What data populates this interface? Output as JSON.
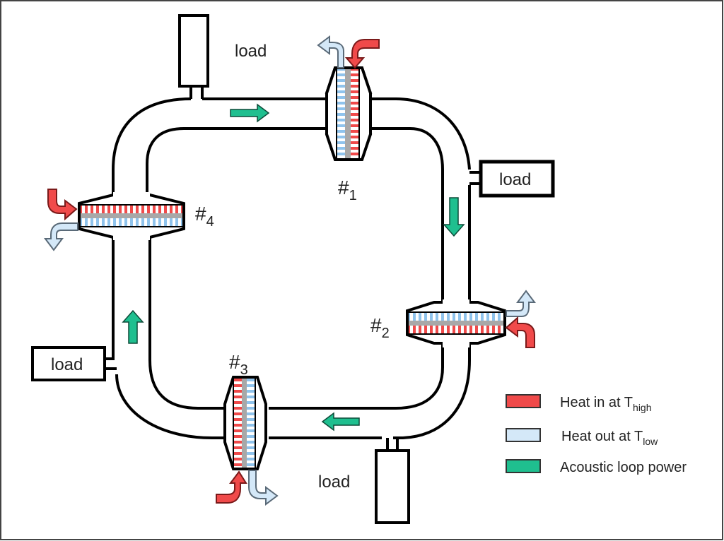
{
  "diagram": {
    "title": "Acoustic loop with four thermoacoustic engine stages",
    "stages": [
      {
        "id": "1",
        "label_main": "#",
        "label_sub": "1",
        "orientation": "vertical",
        "heat_in_side": "right",
        "heat_out_side": "left"
      },
      {
        "id": "2",
        "label_main": "#",
        "label_sub": "2",
        "orientation": "horizontal",
        "heat_in_side": "bottom",
        "heat_out_side": "top"
      },
      {
        "id": "3",
        "label_main": "#",
        "label_sub": "3",
        "orientation": "vertical",
        "heat_in_side": "left",
        "heat_out_side": "right"
      },
      {
        "id": "4",
        "label_main": "#",
        "label_sub": "4",
        "orientation": "horizontal",
        "heat_in_side": "top",
        "heat_out_side": "bottom"
      }
    ],
    "loads": [
      {
        "position": "top",
        "label": "load"
      },
      {
        "position": "right",
        "label": "load"
      },
      {
        "position": "bottom",
        "label": "load"
      },
      {
        "position": "left",
        "label": "load"
      }
    ],
    "flow_direction": "clockwise"
  },
  "legend": {
    "items": [
      {
        "name": "heat-in",
        "text": "Heat in at T",
        "sub": "high",
        "color": "#f04a4a"
      },
      {
        "name": "heat-out",
        "text": "Heat out at T",
        "sub": "low",
        "color": "#d4e8f8"
      },
      {
        "name": "acoustic-power",
        "text": "Acoustic loop power",
        "sub": "",
        "color": "#1fbf8f"
      }
    ]
  },
  "colors": {
    "hot": "#f04a4a",
    "cold": "#d4e8f8",
    "cold_stripe": "#8fc3ec",
    "acoustic": "#1fbf8f",
    "regenerator": "#a8a8a8",
    "line": "#000000"
  }
}
